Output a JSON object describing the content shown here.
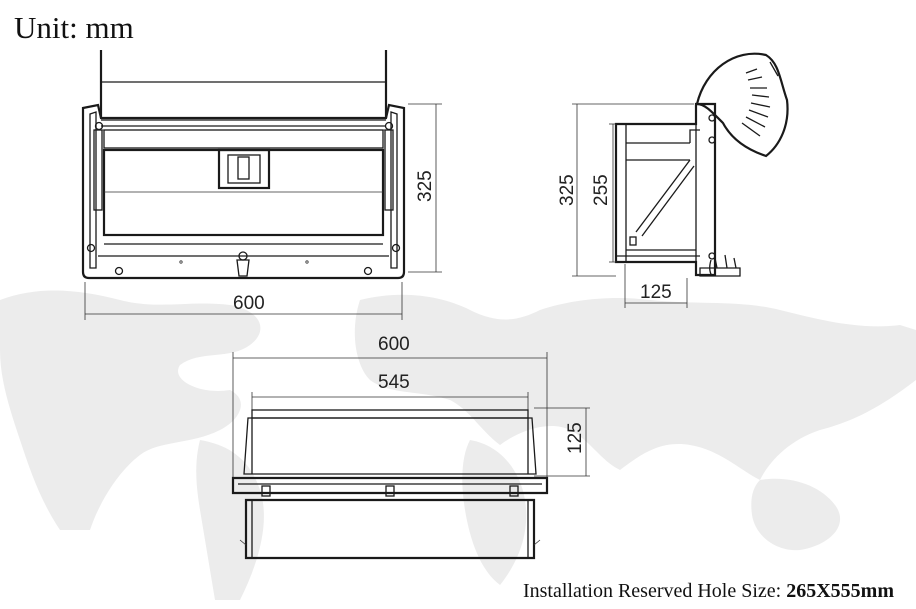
{
  "unit_label": "Unit: mm",
  "front_view": {
    "width_label": "600",
    "height_label": "325"
  },
  "side_view": {
    "outer_height_label": "325",
    "inner_height_label": "255",
    "depth_label": "125"
  },
  "top_view": {
    "outer_width_label": "600",
    "inner_width_label": "545",
    "depth_label": "125"
  },
  "footer": {
    "label": "Installation Reserved Hole Size:",
    "value": "265X555mm"
  }
}
